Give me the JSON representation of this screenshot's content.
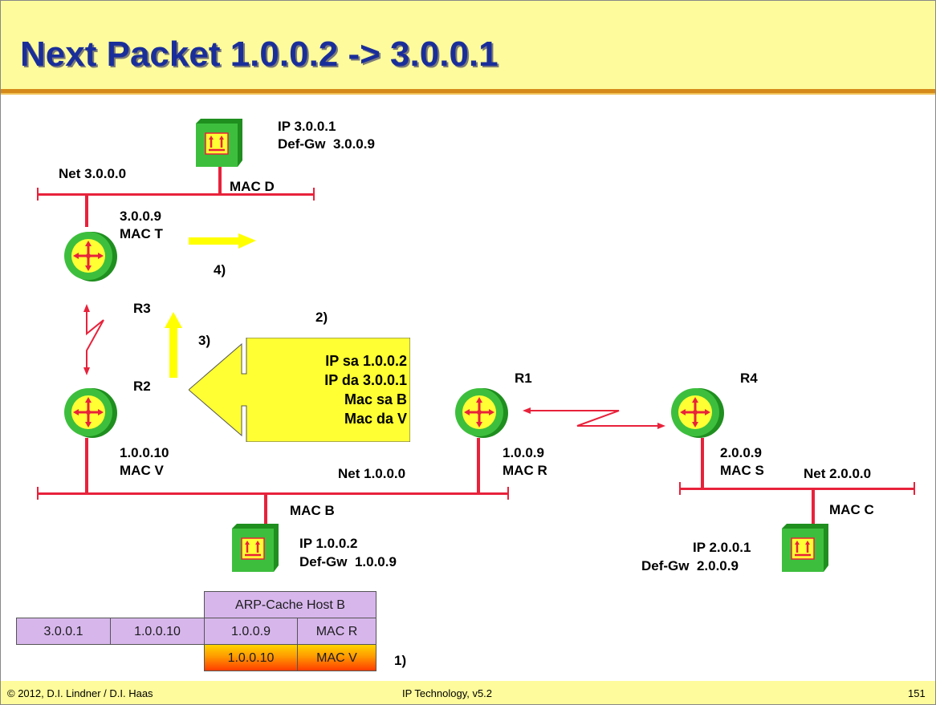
{
  "title": "Next Packet 1.0.0.2 -> 3.0.0.1",
  "networks": {
    "net3": "Net 3.0.0.0",
    "net1": "Net 1.0.0.0",
    "net2": "Net 2.0.0.0"
  },
  "hosts": {
    "d": {
      "ip": "IP 3.0.0.1",
      "gw": "Def-Gw  3.0.0.9",
      "mac": "MAC D"
    },
    "b": {
      "ip": "IP 1.0.0.2",
      "gw": "Def-Gw  1.0.0.9",
      "mac": "MAC B"
    },
    "c": {
      "ip": "IP 2.0.0.1",
      "gw": "Def-Gw  2.0.0.9",
      "mac": "MAC C"
    }
  },
  "routers": {
    "r3": {
      "name": "R3",
      "ip": "3.0.0.9",
      "mac": "MAC T"
    },
    "r2": {
      "name": "R2",
      "ip": "1.0.0.10",
      "mac": "MAC V"
    },
    "r1": {
      "name": "R1",
      "ip": "1.0.0.9",
      "mac": "MAC R"
    },
    "r4": {
      "name": "R4",
      "ip": "2.0.0.9",
      "mac": "MAC S"
    }
  },
  "steps": {
    "s1": "1)",
    "s2": "2)",
    "s3": "3)",
    "s4": "4)"
  },
  "packet": {
    "ip_sa": "IP sa 1.0.0.2",
    "ip_da": "IP da 3.0.0.1",
    "mac_sa": "Mac sa B",
    "mac_da": "Mac da V"
  },
  "arp_cache": {
    "title": "ARP-Cache Host B",
    "route_row": [
      "3.0.0.1",
      "1.0.0.10"
    ],
    "rows": [
      [
        "1.0.0.9",
        "MAC R"
      ],
      [
        "1.0.0.10",
        "MAC V"
      ]
    ]
  },
  "colors": {
    "title_bg": "#fdfb9b",
    "title_text": "#1a2e9a",
    "cable": "#e8223b",
    "arrow": "#ffff00",
    "packet_bg": "#ffff33",
    "router_green": "#3dbf3d",
    "table_cell": "#d7b6ec",
    "table_hot": "#ff7a00"
  },
  "footer": {
    "left": "© 2012, D.I. Lindner / D.I. Haas",
    "center": "IP Technology, v5.2",
    "page": "151"
  }
}
